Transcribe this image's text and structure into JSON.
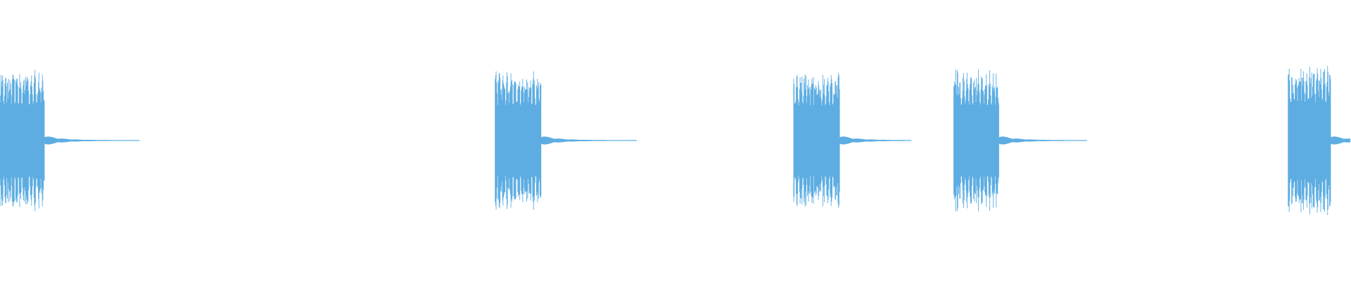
{
  "waveform": {
    "color": "#5DADE2",
    "amplitude_scale": [
      -1,
      1
    ],
    "segments": [
      {
        "start_s": 0.0,
        "end_s": 0.066,
        "peak": 0.86,
        "tail_end_s": 0.207
      },
      {
        "start_s": 0.733,
        "end_s": 0.801,
        "peak": 0.84,
        "tail_end_s": 0.943
      },
      {
        "start_s": 1.175,
        "end_s": 1.243,
        "peak": 0.83,
        "tail_end_s": 1.35
      },
      {
        "start_s": 1.412,
        "end_s": 1.479,
        "peak": 0.85,
        "tail_end_s": 1.61
      },
      {
        "start_s": 1.907,
        "end_s": 1.97,
        "peak": 0.91,
        "tail_end_s": 2.0
      }
    ],
    "duration_s": 2.0
  }
}
